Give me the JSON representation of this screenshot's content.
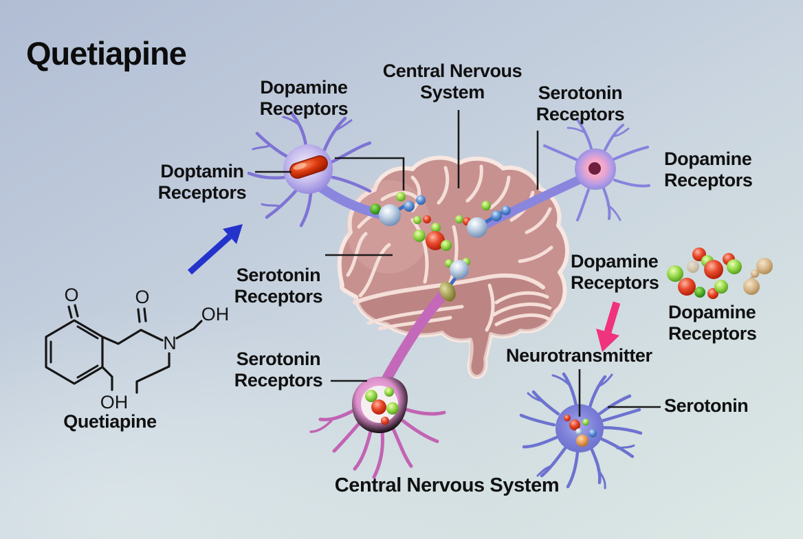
{
  "title": "Quetiapine",
  "labels": {
    "dopamine_receptors_top": "Dopamine\nReceptors",
    "central_nervous_system_top": "Central Nervous\nSystem",
    "serotonin_receptors_top_right": "Serotonin\nReceptors",
    "dopamine_receptors_right": "Dopamine\nReceptors",
    "doptamin_receptors_left": "Doptamin\nReceptors",
    "serotonin_receptors_mid_left": "Serotonin\nReceptors",
    "serotonin_receptors_bottom_left": "Serotonin\nReceptors",
    "dopamine_receptors_arrow": "Dopamine\nReceptors",
    "neurotransmitter": "Neurotransmitter",
    "dopamine_receptors_molecule": "Dopamine\nReceptors",
    "serotonin_bottom_right": "Serotonin",
    "central_nervous_system_bottom": "Central Nervous System",
    "structure_caption": "Quetiapine"
  },
  "structure_atoms": {
    "ketone_o": "O",
    "carbonyl_o": "O",
    "hydroxyl_top": "OH",
    "nitrogen": "N",
    "hydroxyl_bottom": "OH"
  },
  "palette": {
    "background_top": "#b1bdd4",
    "background_bottom": "#dde9e6",
    "brain_fill": "#c79190",
    "brain_outline": "#f8e7e1",
    "neuron_purple": "#8a86de",
    "neuron_pink": "#cf74bf",
    "astrocyte_blue": "#7b80d8",
    "capsule_red": "#cc2606",
    "arrow_blue": "#2433cb",
    "arrow_pink": "#f0337f",
    "text_color": "#101010"
  }
}
